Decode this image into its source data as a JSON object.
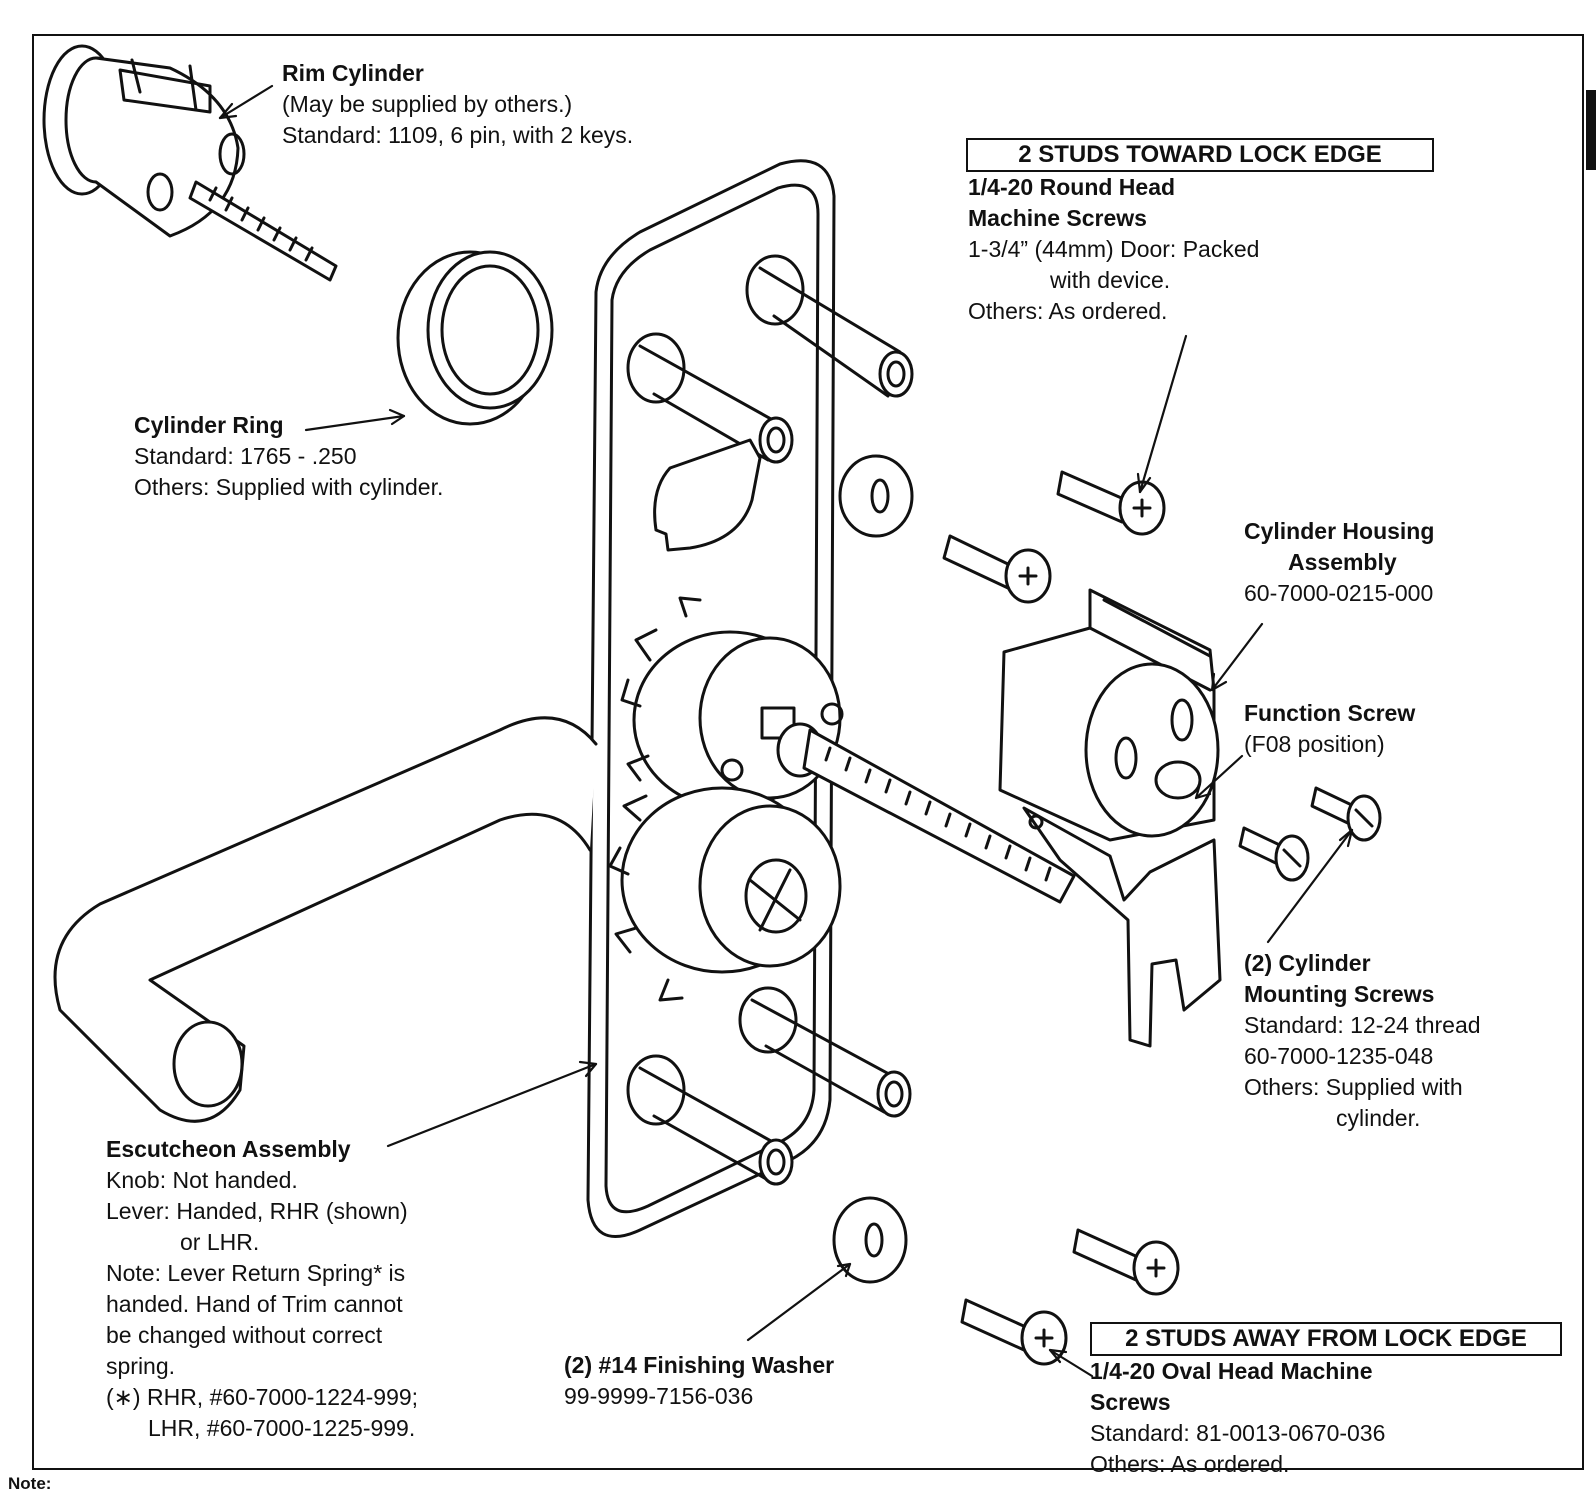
{
  "callouts": {
    "rim_cylinder": {
      "title": "Rim Cylinder",
      "lines": [
        "(May be supplied by others.)",
        "Standard: 1109, 6 pin, with 2 keys."
      ]
    },
    "cylinder_ring": {
      "title": "Cylinder Ring",
      "lines": [
        "Standard: 1765 - .250",
        "Others: Supplied with cylinder."
      ]
    },
    "studs_toward": {
      "header": "2 STUDS TOWARD LOCK EDGE",
      "title_1": "1/4-20 Round Head",
      "title_2": "Machine Screws",
      "lines": [
        "1-3/4” (44mm) Door: Packed",
        "with device.",
        "Others: As ordered."
      ]
    },
    "cylinder_housing": {
      "title_1": "Cylinder Housing",
      "title_2": "Assembly",
      "part_no": "60-7000-0215-000"
    },
    "function_screw": {
      "title": "Function Screw",
      "lines": [
        "(F08 position)"
      ]
    },
    "mounting_screws": {
      "title_1": "(2) Cylinder",
      "title_2": "Mounting Screws",
      "lines": [
        "Standard: 12-24 thread",
        "60-7000-1235-048",
        "Others: Supplied with",
        "cylinder."
      ]
    },
    "escutcheon": {
      "title": "Escutcheon Assembly",
      "lines": [
        "Knob: Not handed.",
        "Lever: Handed, RHR (shown)",
        "or LHR.",
        "Note: Lever Return Spring* is",
        "handed. Hand of Trim cannot",
        "be changed without correct",
        "spring.",
        "(∗) RHR, #60-7000-1224-999;",
        "LHR, #60-7000-1225-999."
      ]
    },
    "finishing_washer": {
      "title": "(2) #14 Finishing Washer",
      "lines": [
        "99-9999-7156-036"
      ]
    },
    "studs_away": {
      "header": "2 STUDS AWAY FROM LOCK EDGE",
      "title_1": "1/4-20 Oval Head Machine",
      "title_2": "Screws",
      "lines": [
        "Standard: 81-0013-0670-036",
        "Others: As ordered."
      ]
    }
  },
  "footer_note": "Note:"
}
